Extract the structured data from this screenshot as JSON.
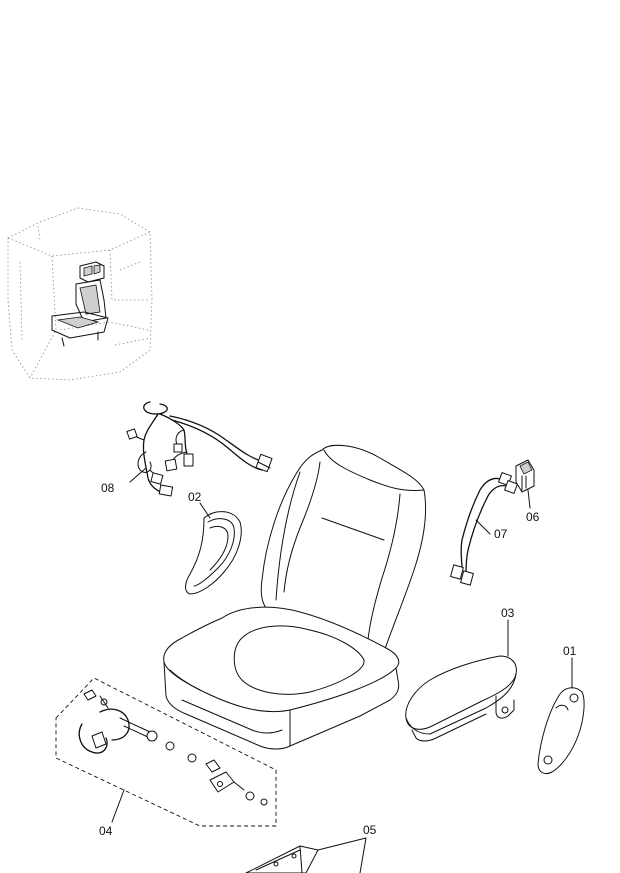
{
  "diagram": {
    "callouts": [
      {
        "id": "01",
        "label": "01"
      },
      {
        "id": "02",
        "label": "02"
      },
      {
        "id": "03",
        "label": "03"
      },
      {
        "id": "04",
        "label": "04"
      },
      {
        "id": "05",
        "label": "05"
      },
      {
        "id": "06",
        "label": "06"
      },
      {
        "id": "07",
        "label": "07"
      },
      {
        "id": "08",
        "label": "08"
      }
    ]
  }
}
